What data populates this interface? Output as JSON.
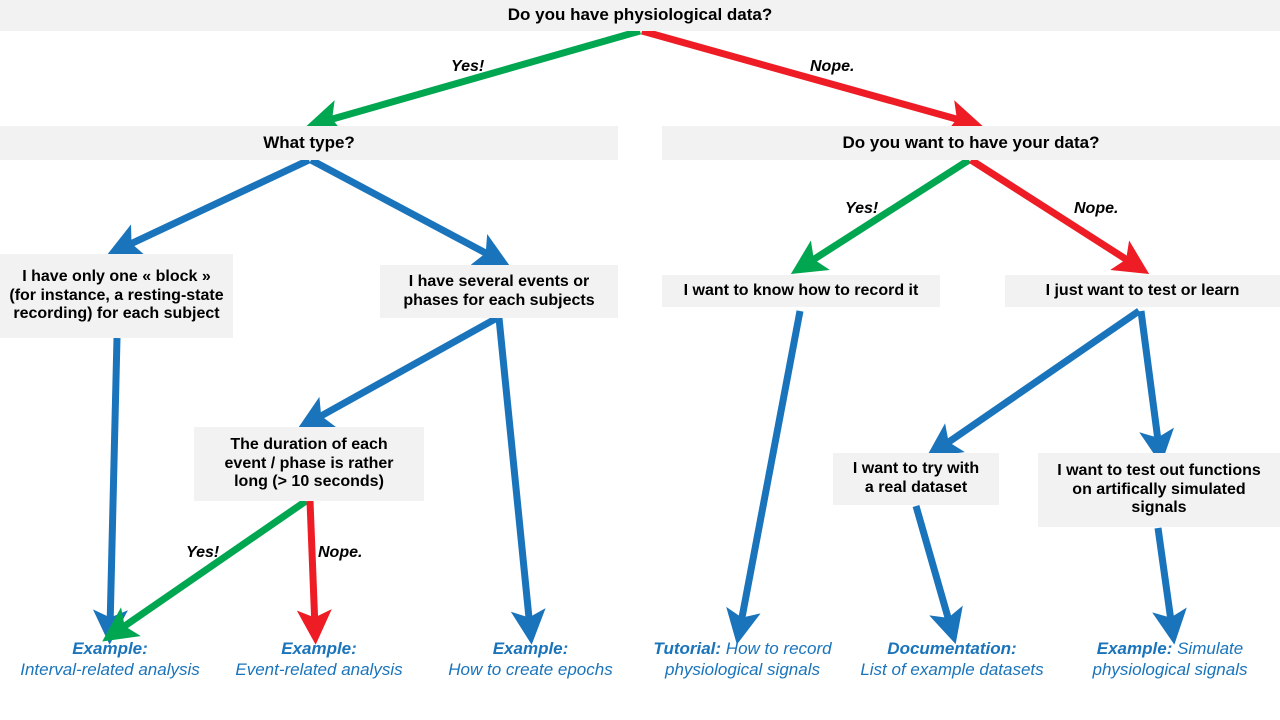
{
  "diagram": {
    "title_node": {
      "label": "Do you have physiological data?"
    },
    "nodes": [
      {
        "id": "root",
        "label": "Do you have physiological data?"
      },
      {
        "id": "what_type",
        "label": "What type?"
      },
      {
        "id": "want_data",
        "label": "Do you want to have your data?"
      },
      {
        "id": "one_block",
        "label": "I have only one « block » (for instance, a resting-state recording) for each subject"
      },
      {
        "id": "several",
        "label": "I have several events or phases for each subjects"
      },
      {
        "id": "know_record",
        "label": "I want to know how to record it"
      },
      {
        "id": "test_learn",
        "label": "I just want to test or learn"
      },
      {
        "id": "duration",
        "label": "The duration of each event / phase is rather long (> 10 seconds)"
      },
      {
        "id": "real_data",
        "label": "I want to try with a real dataset"
      },
      {
        "id": "simulated",
        "label": "I want to test out functions on artifically simulated signals"
      }
    ],
    "node_lines": {
      "one_block": [
        "I have only one « block »",
        "(for instance, a resting-state",
        "recording) for each subject"
      ],
      "several": [
        "I have several events or",
        "phases for each subjects"
      ],
      "duration": [
        "The duration of each",
        "event / phase is rather",
        "long (> 10 seconds)"
      ],
      "real_data": [
        "I want to try with",
        "a real dataset"
      ],
      "simulated": [
        "I want to test out functions",
        "on artifically simulated",
        "signals"
      ]
    },
    "edge_labels": [
      {
        "id": "root_yes",
        "text": "Yes!"
      },
      {
        "id": "root_nope",
        "text": "Nope."
      },
      {
        "id": "want_yes",
        "text": "Yes!"
      },
      {
        "id": "want_nope",
        "text": "Nope."
      },
      {
        "id": "duration_yes",
        "text": "Yes!"
      },
      {
        "id": "duration_nope",
        "text": "Nope."
      }
    ],
    "leaves": [
      {
        "id": "interval",
        "kind": "Example:",
        "text": "Interval-related analysis",
        "lines": [
          "Interval-related analysis"
        ]
      },
      {
        "id": "event",
        "kind": "Example:",
        "text": "Event-related analysis",
        "lines": [
          "Event-related analysis"
        ]
      },
      {
        "id": "epochs",
        "kind": "Example:",
        "text": "How to create epochs",
        "lines": [
          "How to create epochs"
        ]
      },
      {
        "id": "tutorial",
        "kind": "Tutorial:",
        "text": "How to record physiological signals",
        "lines": [
          "How to record",
          "physiological signals"
        ]
      },
      {
        "id": "docs",
        "kind": "Documentation:",
        "text": "List of example datasets",
        "lines": [
          "List of example datasets"
        ]
      },
      {
        "id": "simulate",
        "kind": "Example:",
        "text": "Simulate physiological signals",
        "lines": [
          "Simulate",
          "physiological signals"
        ]
      }
    ],
    "colors": {
      "yes_arrow": "#00a650",
      "no_arrow": "#ee1c25",
      "neutral_arrow": "#1a74bb",
      "node_bg": "#f2f2f2",
      "leaf_text": "#1a74bb",
      "node_text": "#000000",
      "background": "#ffffff"
    }
  }
}
